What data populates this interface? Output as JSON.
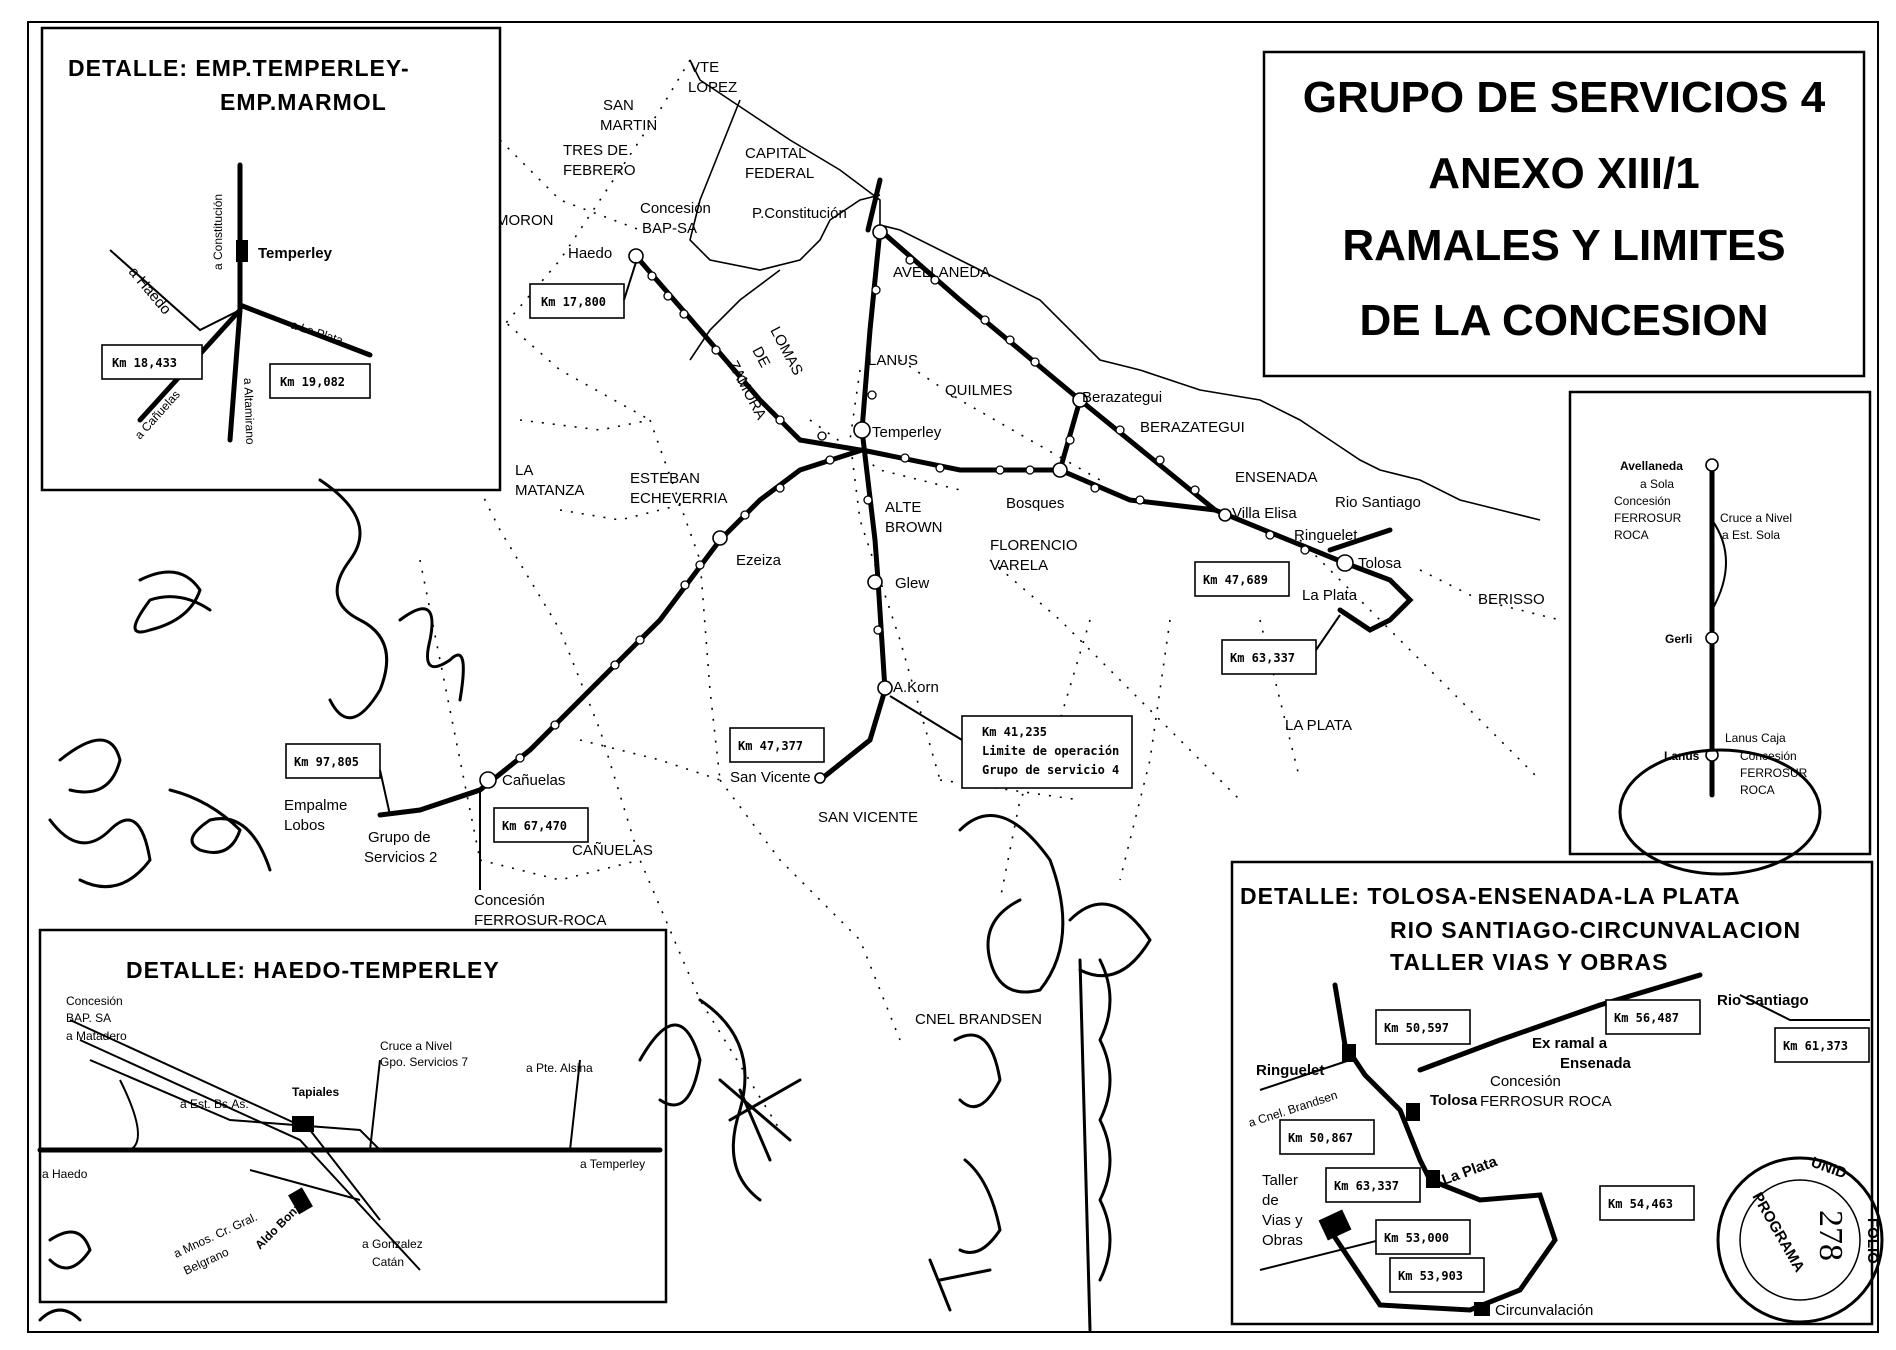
{
  "title": {
    "line1": "GRUPO DE SERVICIOS 4",
    "line2": "ANEXO XIII/1",
    "line3": "RAMALES Y LIMITES",
    "line4": "DE LA CONCESION"
  },
  "detail_temperley_marmol": {
    "title1": "DETALLE: EMP.TEMPERLEY-",
    "title2": "EMP.MARMOL",
    "station": "Temperley",
    "to_constitucion": "a Constitución",
    "to_haedo": "a Haedo",
    "to_la_plata": "a La Plata",
    "to_canuelas": "a Cañuelas",
    "to_altamirano": "a Altamirano",
    "km_left": "Km 18,433",
    "km_right": "Km 19,082"
  },
  "detail_haedo_temperley": {
    "title": "DETALLE: HAEDO-TEMPERLEY",
    "concesion": "Concesión",
    "bap": "BAP. SA",
    "to_matadero": "a Matadero",
    "to_est_ballas": "a Est. Bs.As.",
    "cruce": "Cruce a Nivel",
    "gpo": "Gpo. Servicios 7",
    "to_pte_alsina": "a Pte. Alsina",
    "tapiales": "Tapiales",
    "to_haedo": "a Haedo",
    "to_temperley": "a Temperley",
    "to_mnos": "a Mnos. Cr. Gral.",
    "belgrano": "Belgrano",
    "aldo_bonzi": "Aldo Bonzi",
    "to_gonzalez": "a Gonzalez",
    "catan": "Catán"
  },
  "detail_avellaneda_lanus": {
    "avellaneda": "Avellaneda",
    "to_sola": "a Sola",
    "concesion": "Concesión",
    "ferrosur": "FERROSUR",
    "roca": "ROCA",
    "cruce": "Cruce a Nivel",
    "est_sola": "a Est. Sola",
    "gerli": "Gerli",
    "lanus": "Lanus",
    "lanus_caja": "Lanus Caja",
    "concesion2": "Concesión",
    "ferrosur2": "FERROSUR",
    "roca2": "ROCA"
  },
  "detail_tolosa": {
    "title1": "DETALLE: TOLOSA-ENSENADA-LA PLATA",
    "title2": "RIO SANTIAGO-CIRCUNVALACION",
    "title3": "TALLER VIAS Y OBRAS",
    "ringuelet": "Ringuelet",
    "to_brandsen": "a Cnel. Brandsen",
    "tolosa": "Tolosa",
    "la_plata": "La Plata",
    "ex_ramal": "Ex ramal a",
    "ensenada": "Ensenada",
    "concesion": "Concesión",
    "ferrosur": "FERROSUR ROCA",
    "rio_santiago": "Rio Santiago",
    "taller1": "Taller",
    "taller2": "de",
    "taller3": "Vias y",
    "taller4": "Obras",
    "circunvalacion": "Circunvalación",
    "km_a": "Km 50,597",
    "km_b": "Km 56,487",
    "km_c": "Km 61,373",
    "km_d": "Km 50,867",
    "km_e": "Km 63,337",
    "km_f": "Km 54,463",
    "km_g": "Km 53,000",
    "km_h": "Km 53,903"
  },
  "main_map": {
    "districts": {
      "vte_lopez1": "VTE",
      "vte_lopez2": "LOPEZ",
      "san_martin1": "SAN",
      "san_martin2": "MARTIN",
      "tres1": "TRES DE",
      "tres2": "FEBRERO",
      "capital1": "CAPITAL",
      "capital2": "FEDERAL",
      "moron": "MORON",
      "lomas1": "LOMAS",
      "lomas2": "DE",
      "lomas3": "ZAMORA",
      "quilmes": "QUILMES",
      "berazategui_d": "BERAZATEGUI",
      "la_matanza1": "LA",
      "la_matanza2": "MATANZA",
      "esteban1": "ESTEBAN",
      "esteban2": "ECHEVERRIA",
      "alte1": "ALTE",
      "alte2": "BROWN",
      "florencio1": "FLORENCIO",
      "florencio2": "VARELA",
      "ensenada": "ENSENADA",
      "rio_santiago": "Rio Santiago",
      "berisso": "BERISSO",
      "la_plata_d": "LA PLATA",
      "san_vicente_d": "SAN VICENTE",
      "canuelas_d": "CAÑUELAS",
      "cnel_brandsen": "CNEL BRANDSEN"
    },
    "stations": {
      "constitucion": "P.Constitución",
      "haedo": "Haedo",
      "concesion_bap1": "Concesión",
      "concesion_bap2": "BAP-SA",
      "avellaneda": "AVELLANEDA",
      "lanus": "LANUS",
      "temperley": "Temperley",
      "berazategui": "Berazategui",
      "bosques": "Bosques",
      "villa_elisa": "Villa Elisa",
      "ringuelet": "Ringuelet",
      "tolosa": "Tolosa",
      "la_plata": "La Plata",
      "ezeiza": "Ezeiza",
      "glew": "Glew",
      "a_korn": "A.Korn",
      "san_vicente": "San Vicente",
      "canuelas": "Cañuelas",
      "empalme1": "Empalme",
      "empalme2": "Lobos",
      "grupo1": "Grupo de",
      "grupo2": "Servicios 2",
      "concesion_roca1": "Concesión",
      "concesion_roca2": "FERROSUR-ROCA"
    },
    "km": {
      "haedo": "Km 17,800",
      "la_plata_a": "Km 47,689",
      "la_plata_b": "Km 63,337",
      "san_vicente": "Km 47,377",
      "lobos": "Km 97,805",
      "canuelas": "Km 67,470",
      "korn1": "Km 41,235",
      "korn2": "Limite de operación",
      "korn3": "Grupo de servicio 4"
    }
  },
  "stamp": {
    "folio": "FOLIO",
    "number": "278",
    "programa": "PROGRAMA",
    "unid": "UNID"
  }
}
